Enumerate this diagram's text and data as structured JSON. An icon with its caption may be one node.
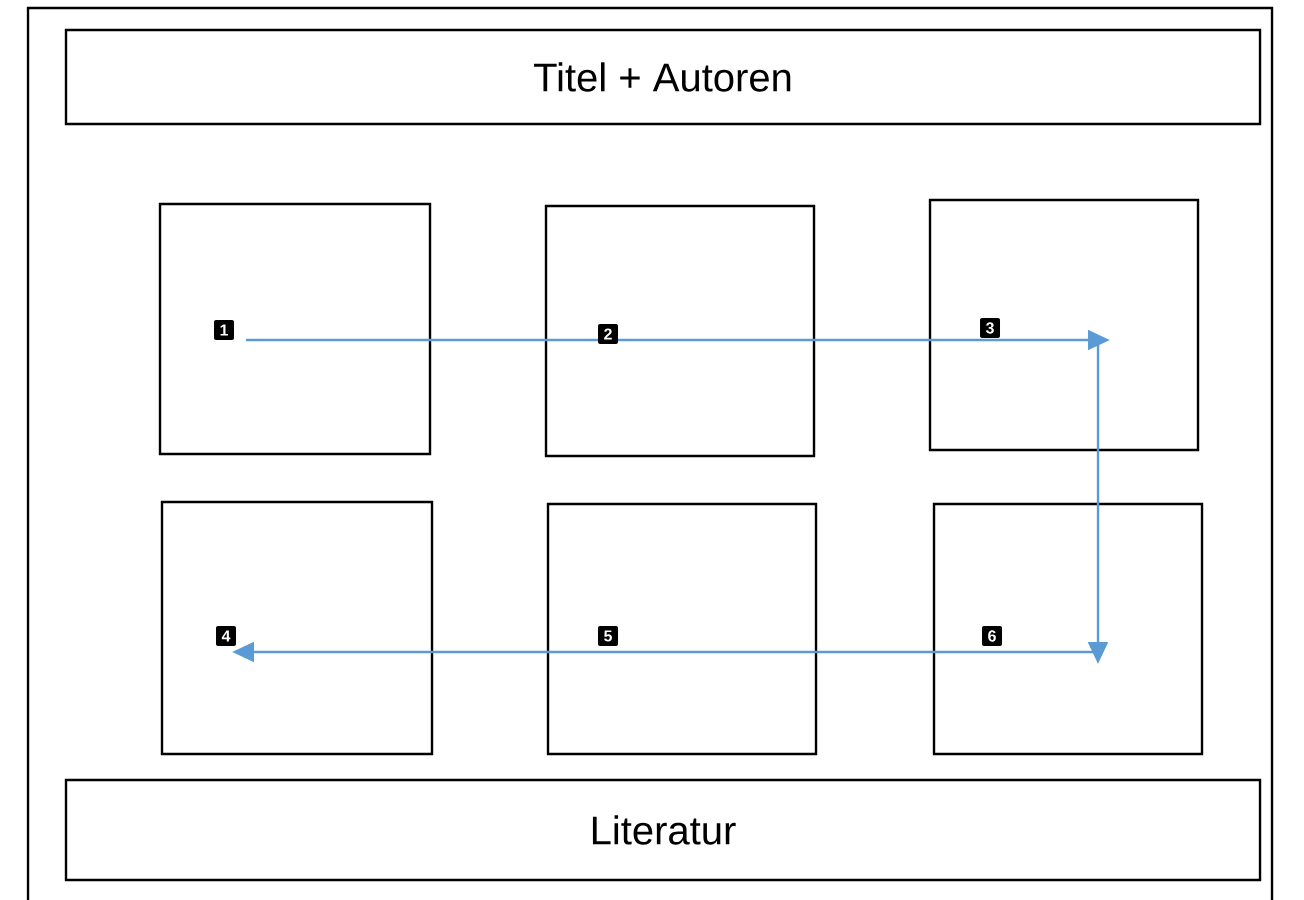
{
  "diagram": {
    "nodes": [
      {
        "text": [],
        "shape": "box"
      },
      {
        "text": [
          "Titel + Autoren"
        ],
        "in": 0
      },
      {
        "text": [
          "1"
        ],
        "in": 0
      },
      {
        "text": [
          "2"
        ],
        "in": 0
      },
      {
        "text": [
          "3"
        ],
        "in": 0
      },
      {
        "text": [
          "4"
        ],
        "in": 0
      },
      {
        "text": [
          "5"
        ],
        "in": 0
      },
      {
        "text": [
          "6"
        ],
        "in": 0
      },
      {
        "text": [
          "Literatur"
        ],
        "in": 0
      }
    ],
    "edges": [
      {
        "from": 2,
        "to": 3,
        "arrow": "none"
      },
      {
        "from": 3,
        "to": 4,
        "arrow": "to"
      },
      {
        "from": 4,
        "to": 7,
        "arrow": "to"
      },
      {
        "from": 7,
        "to": 6,
        "arrow": "none"
      },
      {
        "from": 6,
        "to": 5,
        "arrow": "to"
      }
    ]
  }
}
